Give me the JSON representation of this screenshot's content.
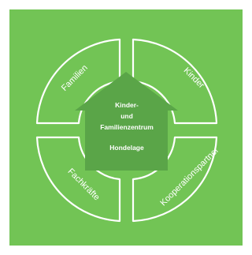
{
  "colors": {
    "background": "#72c455",
    "outline": "#ffffff",
    "house": "#5aa548",
    "text": "#ffffff"
  },
  "segments": {
    "top_left": "Familien",
    "top_right": "Kinder",
    "bottom_left": "Fachkräfte",
    "bottom_right": "Kooperationspartner"
  },
  "house": {
    "line1": "Kinder-",
    "line2": "und",
    "line3": "Familienzentrum",
    "line4": "Hondelage"
  }
}
